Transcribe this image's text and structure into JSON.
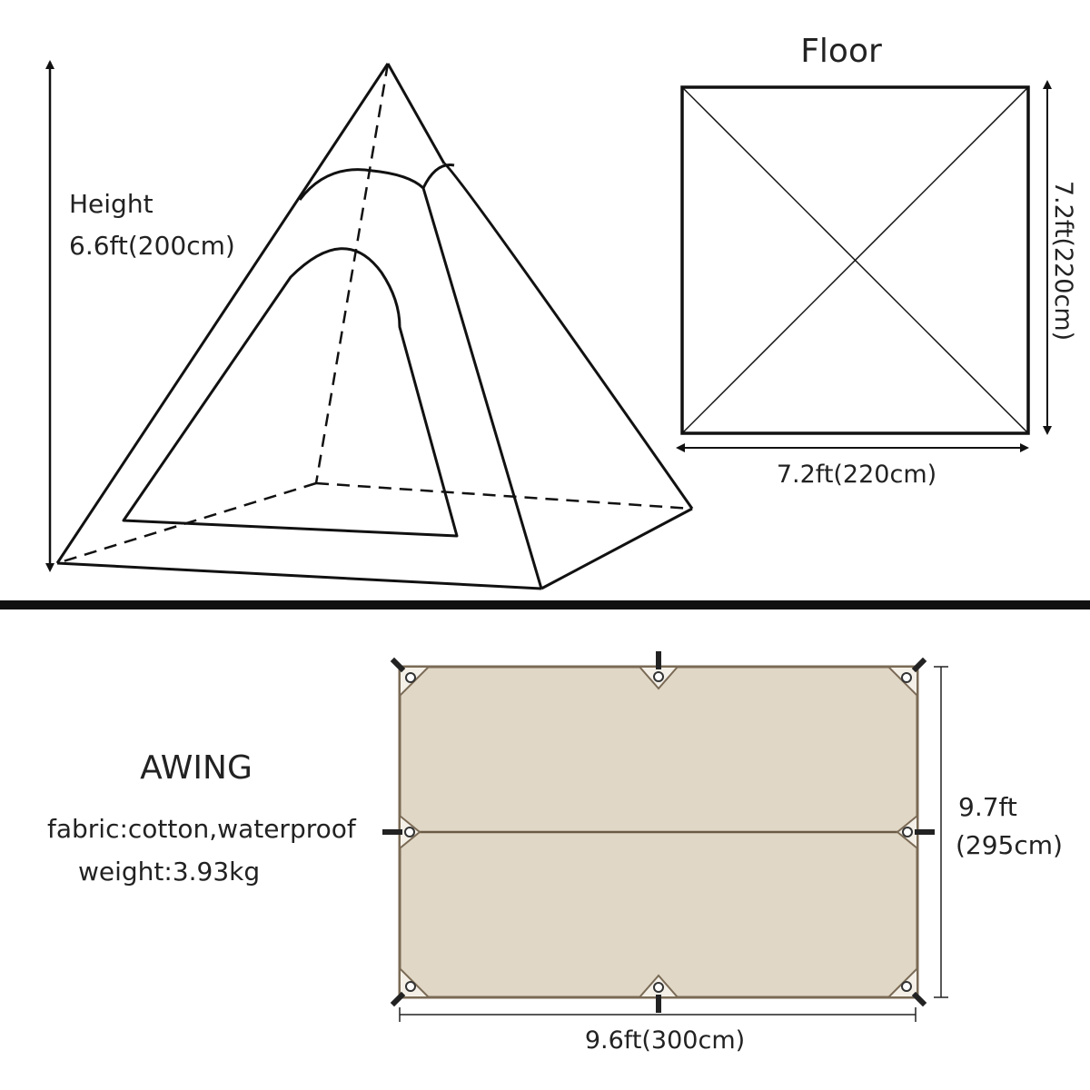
{
  "tent": {
    "height_title": "Height",
    "height_value": "6.6ft(200cm)"
  },
  "floor": {
    "title": "Floor",
    "width_value": "7.2ft(220cm)",
    "depth_value": "7.2ft(220cm)"
  },
  "awning": {
    "title": "AWING",
    "fabric": "fabric:cotton,waterproof",
    "weight": "weight:3.93kg",
    "length_value": "9.7ft",
    "length_metric": "(295cm)",
    "width_value": "9.6ft(300cm)",
    "fill_color": "#e0d7c6",
    "edge_color": "#7a6a55"
  },
  "colors": {
    "line": "#111111",
    "text": "#222222",
    "grommet": "#f4f0e8"
  }
}
